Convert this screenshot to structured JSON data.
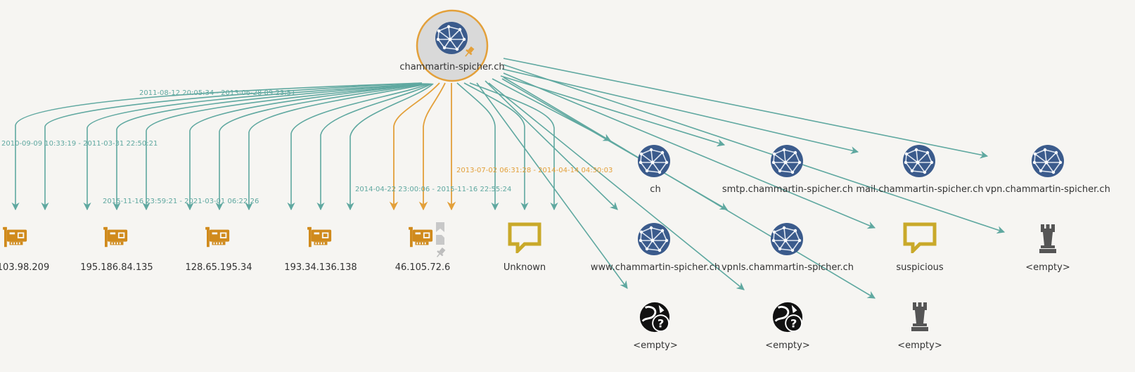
{
  "colors": {
    "edge_teal": "#5fa8a0",
    "edge_orange": "#e3a03a",
    "domain_blue": "#3b5b8c",
    "ip_orange": "#d08a1c",
    "bubble_yellow": "#c9a92a",
    "root_fill": "#d9d9d9",
    "root_ring": "#e3a03a",
    "tower_gray": "#555555",
    "label": "#333333"
  },
  "root": {
    "label": "chammartin-spicher.ch",
    "icon": "globe-icon",
    "pinned": true
  },
  "edge_labels": [
    {
      "text": "2011-08-12 20:05:34 - 2013-06-28 09:23:51",
      "color": "teal"
    },
    {
      "text": "2010-09-09 10:33:19 - 2011-03-31 22:50:21",
      "color": "teal"
    },
    {
      "text": "2015-11-16 23:59:21 - 2021-03-01 06:22:26",
      "color": "teal"
    },
    {
      "text": "2014-04-22 23:00:06 - 2015-11-16 22:55:24",
      "color": "teal"
    },
    {
      "text": "2013-07-02 06:31:28 - 2014-04-14 04:30:03",
      "color": "orange"
    }
  ],
  "nodes": [
    {
      "id": "ip1",
      "type": "ip",
      "icon": "network-card-icon",
      "label": "103.98.209"
    },
    {
      "id": "ip2",
      "type": "ip",
      "icon": "network-card-icon",
      "label": "195.186.84.135"
    },
    {
      "id": "ip3",
      "type": "ip",
      "icon": "network-card-icon",
      "label": "128.65.195.34"
    },
    {
      "id": "ip4",
      "type": "ip",
      "icon": "network-card-icon",
      "label": "193.34.136.138"
    },
    {
      "id": "ip5",
      "type": "ip",
      "icon": "network-card-icon",
      "label": "46.105.72.6",
      "badges": [
        "bookmark-icon",
        "page-icon",
        "pin-icon"
      ]
    },
    {
      "id": "unknown",
      "type": "bubble",
      "icon": "speech-bubble-icon",
      "label": "Unknown"
    },
    {
      "id": "ch",
      "type": "domain",
      "icon": "globe-icon",
      "label": "ch"
    },
    {
      "id": "smtp",
      "type": "domain",
      "icon": "globe-icon",
      "label": "smtp.chammartin-spicher.ch"
    },
    {
      "id": "mail",
      "type": "domain",
      "icon": "globe-icon",
      "label": "mail.chammartin-spicher.ch"
    },
    {
      "id": "vpn",
      "type": "domain",
      "icon": "globe-icon",
      "label": "vpn.chammartin-spicher.ch"
    },
    {
      "id": "www",
      "type": "domain",
      "icon": "globe-icon",
      "label": "www.chammartin-spicher.ch"
    },
    {
      "id": "vpnls",
      "type": "domain",
      "icon": "globe-icon",
      "label": "vpnls.chammartin-spicher.ch"
    },
    {
      "id": "suspicious",
      "type": "bubble",
      "icon": "speech-bubble-icon",
      "label": "suspicious"
    },
    {
      "id": "empty1",
      "type": "tower",
      "icon": "rook-tower-icon",
      "label": "<empty>"
    },
    {
      "id": "empty2",
      "type": "unknown-domain",
      "icon": "question-globe-icon",
      "label": "<empty>"
    },
    {
      "id": "empty3",
      "type": "unknown-domain",
      "icon": "question-globe-icon",
      "label": "<empty>"
    },
    {
      "id": "empty4",
      "type": "tower",
      "icon": "rook-tower-icon",
      "label": "<empty>"
    }
  ]
}
